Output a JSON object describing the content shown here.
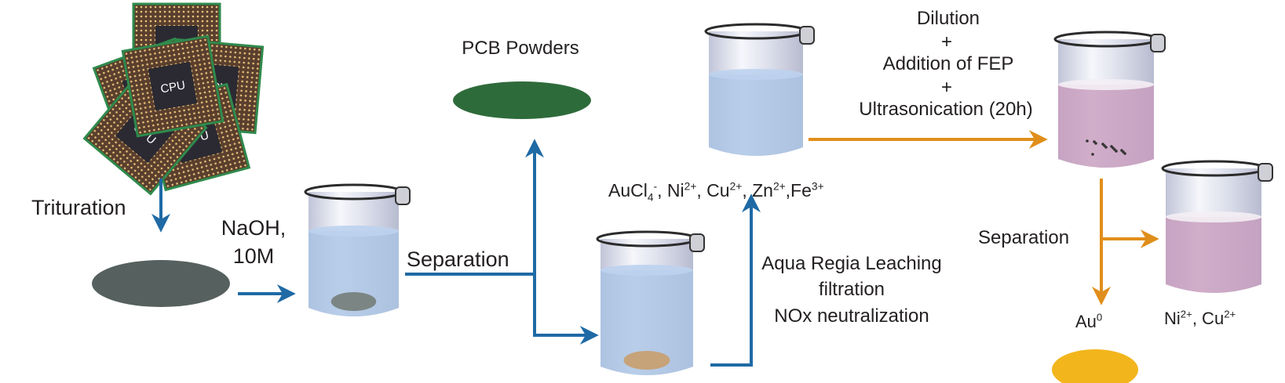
{
  "colors": {
    "blue_arrow": "#1f6aa5",
    "orange_arrow": "#e08e1b",
    "pcb_green": "#2e6b3a",
    "gold": "#f2b51c",
    "water": "#a9c3e3",
    "pink_solution": "#c79bbd"
  },
  "cpu": {
    "chip_label": "CPU"
  },
  "steps": {
    "trituration": "Trituration",
    "naoh_line1": "NaOH,",
    "naoh_line2": "10M",
    "separation_1": "Separation",
    "pcb_powders": "PCB Powders",
    "aqua_regia": "Aqua Regia Leaching",
    "filtration": "filtration",
    "nox": "NOx neutralization",
    "dilution": "Dilution",
    "plus1": "+",
    "fep": "Addition of FEP",
    "plus2": "+",
    "ultrasonication": "Ultrasonication (20h)",
    "separation_2": "Separation"
  },
  "species": {
    "aucl4": {
      "base": "AuCl",
      "sub": "4",
      "sup": "-"
    },
    "ni": {
      "base": ", Ni",
      "sup": "2+"
    },
    "cu": {
      "base": ", Cu",
      "sup": "2+"
    },
    "zn": {
      "base": ", Zn",
      "sup": "2+"
    },
    "fe": {
      "base": ",Fe",
      "sup": "3+"
    },
    "au0": {
      "base": "Au",
      "sup": "0"
    },
    "ni2": {
      "base": "Ni",
      "sup": "2+"
    },
    "cu2": {
      "base": ", Cu",
      "sup": "2+"
    }
  }
}
